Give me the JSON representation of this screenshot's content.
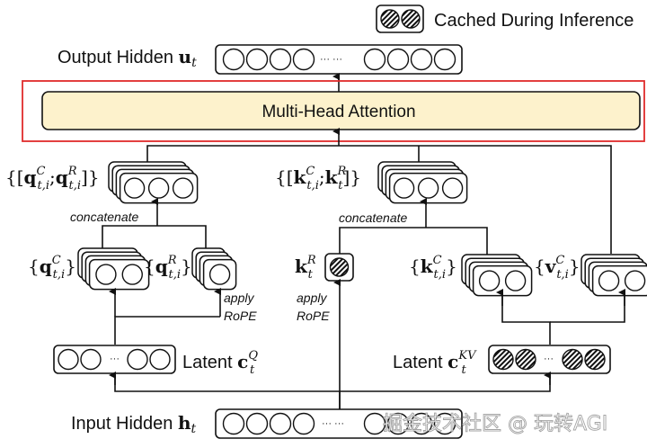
{
  "legend": {
    "label": "Cached During Inference",
    "icon": "hatched-circle-icon"
  },
  "output": {
    "label": "Output Hidden ",
    "symbol": "u",
    "sub": "t",
    "ellipsis": "··· ···"
  },
  "attention": {
    "label": "Multi-Head Attention",
    "highlight_color": "#e02b2b",
    "fill_color": "#fdf2cc"
  },
  "query_concat": {
    "label_prefix": "{[",
    "sym1": "q",
    "sup1": "C",
    "sub1": "t,i",
    "sep": ";",
    "sym2": "q",
    "sup2": "R",
    "sub2": "t,i",
    "label_suffix": "]}"
  },
  "key_concat": {
    "label_prefix": "{[",
    "sym1": "k",
    "sup1": "C",
    "sub1": "t,i",
    "sep": ";",
    "sym2": "k",
    "sup2": "R",
    "sub2": "t",
    "label_suffix": "]}"
  },
  "concatenate_label": "concatenate",
  "q_content": {
    "sym": "q",
    "sup": "C",
    "sub": "t,i"
  },
  "q_rope": {
    "sym": "q",
    "sup": "R",
    "sub": "t,i"
  },
  "k_rope": {
    "sym": "k",
    "sup": "R",
    "sub": "t"
  },
  "k_content": {
    "sym": "k",
    "sup": "C",
    "sub": "t,i"
  },
  "v_content": {
    "sym": "v",
    "sup": "C",
    "sub": "t,i"
  },
  "apply_rope": {
    "line1": "apply",
    "line2": "RoPE"
  },
  "latent_q": {
    "label": "Latent ",
    "sym": "c",
    "sup": "Q",
    "sub": "t",
    "ellipsis": "···"
  },
  "latent_kv": {
    "label": "Latent ",
    "sym": "c",
    "sup": "KV",
    "sub": "t",
    "ellipsis": "···"
  },
  "input": {
    "label": "Input Hidden ",
    "symbol": "h",
    "sub": "t",
    "ellipsis": "··· ···"
  },
  "watermark": "掘金技术社区 @ 玩转AGI"
}
